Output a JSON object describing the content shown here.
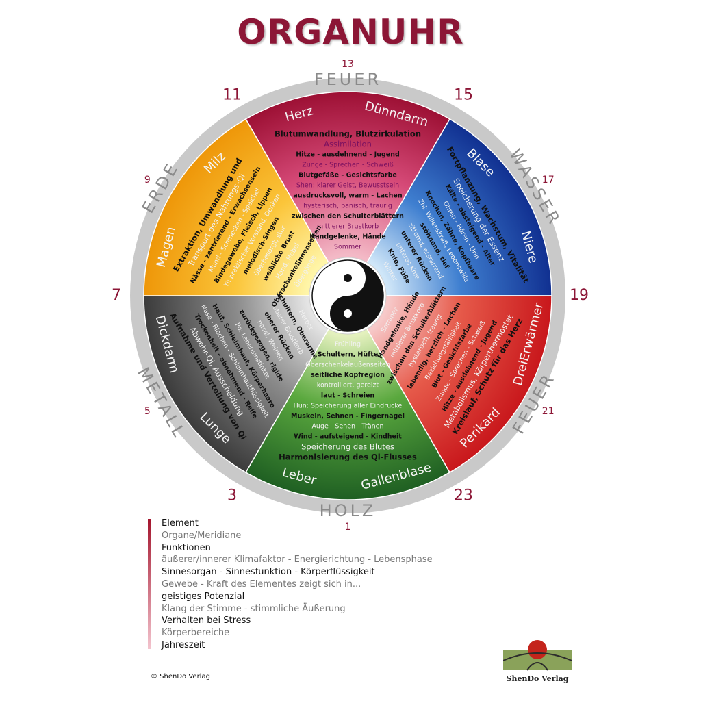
{
  "title": "ORGANUHR",
  "hours": [
    "13",
    "15",
    "17",
    "19",
    "21",
    "23",
    "1",
    "3",
    "5",
    "7",
    "9",
    "11"
  ],
  "elements": [
    {
      "name": "FEUER",
      "color": "#a5102f",
      "organs": [
        "Herz",
        "Dünndarm"
      ],
      "lines": [
        "Blutumwandlung, Blutzirkulation",
        "Assimilation",
        "Hitze - ausdehnend - Jugend",
        "Zunge - Sprechen - Schweiß",
        "Blutgefäße - Gesichtsfarbe",
        "Shen: klarer Geist, Bewusstsein",
        "ausdrucksvoll, warm - Lachen",
        "hysterisch, panisch, traurig",
        "zwischen den Schulterblättern",
        "mittlerer Brustkorb",
        "Handgelenke, Hände",
        "Sommer"
      ]
    },
    {
      "name": "WASSER",
      "color": "#1a3c9e",
      "organs": [
        "Blase",
        "Niere"
      ],
      "lines": [
        "Fortpflanzung, Wachstum, Vitalität",
        "Speicherung der Essenz",
        "Kälte - absteigend - Alter",
        "Ohren - Hören - Urin",
        "Knochen, Zähne, Kopfhaare",
        "Zhi: Willenskraft, Lebenswille",
        "stöhnend, tief",
        "zitternd, erstarrend",
        "unterer Rücken",
        "unteres Knie",
        "Knie, Füße",
        "Winter"
      ]
    },
    {
      "name": "FEUER",
      "color": "#d42a24",
      "organs": [
        "DreiErwärmer",
        "Perikard"
      ],
      "lines": [
        "Kreislauf, Schutz für das Herz",
        "Metabolismus, Körperthermostat",
        "Hitze - ausdehnend - Jugend",
        "Zunge - Sprechen - Schweiß",
        "Blut - Gesichtsfarbe",
        "Beziehungsfähigkeit",
        "lebendig, herzlich - Lachen",
        "hysterisch, traurig",
        "zwischen den Schulterblättern",
        "mittlerer Brustkorb",
        "Handgelenke, Hände",
        "Sommer"
      ]
    },
    {
      "name": "HOLZ",
      "color": "#2c7a2c",
      "organs": [
        "Gallenblase",
        "Leber"
      ],
      "lines": [
        "Harmonisierung des Qi-Flusses",
        "Speicherung des Blutes",
        "Wind - aufsteigend - Kindheit",
        "Auge - Sehen - Tränen",
        "Muskeln, Sehnen - Fingernägel",
        "Hun: Speicherung aller Eindrücke",
        "laut - Schreien",
        "kontrolliert, gereizt",
        "seitliche Kopfregion",
        "Oberschenkelaußenseiten",
        "Schultern, Hüfte",
        "Frühling"
      ]
    },
    {
      "name": "METALL",
      "color": "#4a4a4a",
      "organs": [
        "Lunge",
        "Dickdarm"
      ],
      "lines": [
        "Aufnahme und Verteilung von Qi",
        "Abwehr-Qi, Ausscheidung",
        "Trockenheit - abnehmend - Reife",
        "Nase - Riechen - Schleimhautflüssigkeit",
        "Haut, Schleimhaut, Körperhaare",
        "Po: Lebensinstinkte",
        "zurückgezogen, rigide",
        "nasal, Weinen",
        "oberer Rücken",
        "oberer Brustkorb",
        "Schultern, Oberarme",
        "Herbst"
      ]
    },
    {
      "name": "ERDE",
      "color": "#f0a010",
      "organs": [
        "Magen",
        "Milz"
      ],
      "lines": [
        "Extraktion, Umwandlung und",
        "Transport des Nahrungs-Qi",
        "Nässe - zentrierend - Erwachsensein",
        "Mund - Schmecken - Speichel",
        "Bindegewebe, Fleisch, Lippen",
        "Yi: praktischer Verstand, Denken",
        "melodisch-Singen",
        "überbesorgt, stur",
        "weibliche Brust",
        "Hand, Hebel",
        "Oberschenkelinnenseiten",
        "Übergänge"
      ]
    }
  ],
  "legend": [
    {
      "text": "Element",
      "tone": "dark"
    },
    {
      "text": "Organe/Meridiane",
      "tone": "light"
    },
    {
      "text": "Funktionen",
      "tone": "dark"
    },
    {
      "text": "äußerer/innerer Klimafaktor - Energierichtung - Lebensphase",
      "tone": "light"
    },
    {
      "text": "Sinnesorgan - Sinnesfunktion - Körperflüssigkeit",
      "tone": "dark"
    },
    {
      "text": "Gewebe - Kraft des Elementes zeigt sich in...",
      "tone": "light"
    },
    {
      "text": "geistiges Potenzial",
      "tone": "dark"
    },
    {
      "text": "Klang der Stimme - stimmliche Äußerung",
      "tone": "light"
    },
    {
      "text": "Verhalten bei Stress",
      "tone": "dark"
    },
    {
      "text": "Körperbereiche",
      "tone": "light"
    },
    {
      "text": "Jahreszeit",
      "tone": "dark"
    }
  ],
  "copyright": "© ShenDo Verlag",
  "logo_text": "ShenDo Verlag",
  "colors": {
    "title": "#8c1636",
    "hour_numbers": "#8c1636",
    "ring": "#c9c9c9",
    "element_text": "#8a8a8a"
  }
}
